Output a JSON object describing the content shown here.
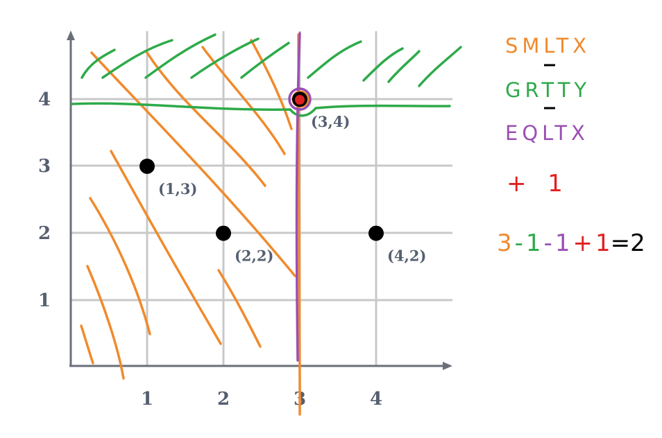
{
  "chart_data": {
    "type": "scatter",
    "x_ticks": [
      "1",
      "2",
      "3",
      "4"
    ],
    "y_ticks": [
      "1",
      "2",
      "3",
      "4"
    ],
    "xlim": [
      0,
      5
    ],
    "ylim": [
      0,
      5
    ],
    "grid": true,
    "points": [
      {
        "x": 1,
        "y": 3,
        "label": "(1,3)"
      },
      {
        "x": 2,
        "y": 2,
        "label": "(2,2)"
      },
      {
        "x": 3,
        "y": 4,
        "label": "(3,4)"
      },
      {
        "x": 4,
        "y": 2,
        "label": "(4,2)"
      }
    ],
    "annotations": {
      "vertical_line_x": 3,
      "horizontal_line_y": 4,
      "highlighted_point": "(3,4)"
    }
  },
  "legend": {
    "smltx": "SMLTX",
    "grtty": "GRTTY",
    "eqltx": "EQLTX",
    "plus_one": "+ 1"
  },
  "equation": [
    {
      "text": "3",
      "color": "#f08a2c"
    },
    {
      "text": "-",
      "color": "#2eaa4a"
    },
    {
      "text": "1",
      "color": "#2eaa4a"
    },
    {
      "text": "-",
      "color": "#9b4fb3"
    },
    {
      "text": "1",
      "color": "#9b4fb3"
    },
    {
      "text": "+",
      "color": "#e02020"
    },
    {
      "text": "1",
      "color": "#e02020"
    },
    {
      "text": "=2",
      "color": "#000000"
    }
  ],
  "colors": {
    "smaller": "#f08a2c",
    "greater": "#2eaa4a",
    "equal": "#9b4fb3",
    "plus": "#e02020",
    "grid": "#c8c8c8",
    "axis": "#6a6f78",
    "point": "#000000"
  }
}
